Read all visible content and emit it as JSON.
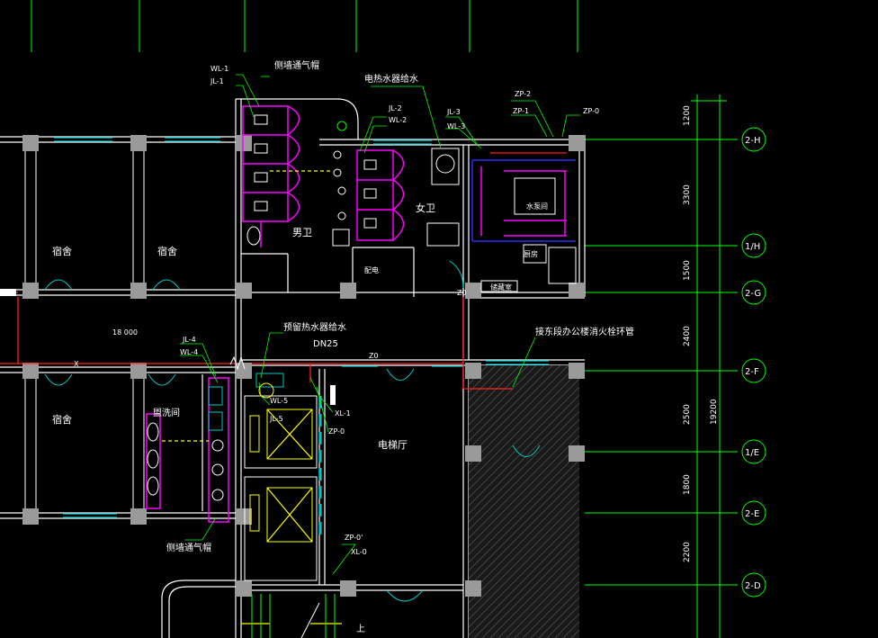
{
  "rooms": {
    "dorm_1": "宿舍",
    "dorm_2": "宿舍",
    "dorm_3": "宿舍",
    "mens_wc": "男卫",
    "womens_wc": "女卫",
    "washroom": "盥洗间",
    "elevator_hall": "电梯厅",
    "electrical": "配电",
    "pump": "水泵间",
    "kitchen": "厨房",
    "storage": "储藏室"
  },
  "annotations": {
    "side_vent_top": "侧墙通气帽",
    "side_vent_bottom": "侧墙通气帽",
    "water_heater_supply": "电热水器给水",
    "reserved_heater_supply": "预留热水器给水",
    "dn25": "DN25",
    "fire_hydrant_ring": "接东段办公楼消火栓环管",
    "dim_18000": "18 000",
    "stair_up": "上"
  },
  "pipe_tags": {
    "wl1": "WL-1",
    "jl1": "JL-1",
    "jl2": "JL-2",
    "wl2": "WL-2",
    "jl3": "JL-3",
    "wl3": "WL-3",
    "zp2": "ZP-2",
    "zp1": "ZP-1",
    "zp0": "ZP-0",
    "jl4": "JL-4",
    "wl4": "WL-4",
    "wl5": "WL-5",
    "jl5": "JL-5",
    "xl1": "XL-1",
    "zp0b": "ZP-0",
    "zp0c": "ZP-0'",
    "xl0": "XL-0",
    "z0a": "Z0",
    "z0b": "Z0",
    "x_mark": "X"
  },
  "dimensions": {
    "d1200": "1200",
    "d3300": "3300",
    "d1500": "1500",
    "d2400": "2400",
    "d2500": "2500",
    "d1800": "1800",
    "d2200": "2200",
    "d19200": "19200"
  },
  "axes": {
    "a1": "2-H",
    "a2": "1/H",
    "a3": "2-G",
    "a4": "2-F",
    "a5": "1/E",
    "a6": "2-E",
    "a7": "2-D"
  },
  "colors": {
    "background": "#000000",
    "grid": "#00ff00",
    "wall": "#ffffff",
    "window": "#00c8c8",
    "drain": "#ff00ff",
    "fire": "#ff2020",
    "hot_water": "#ffff00",
    "supply": "#2a2aff"
  }
}
